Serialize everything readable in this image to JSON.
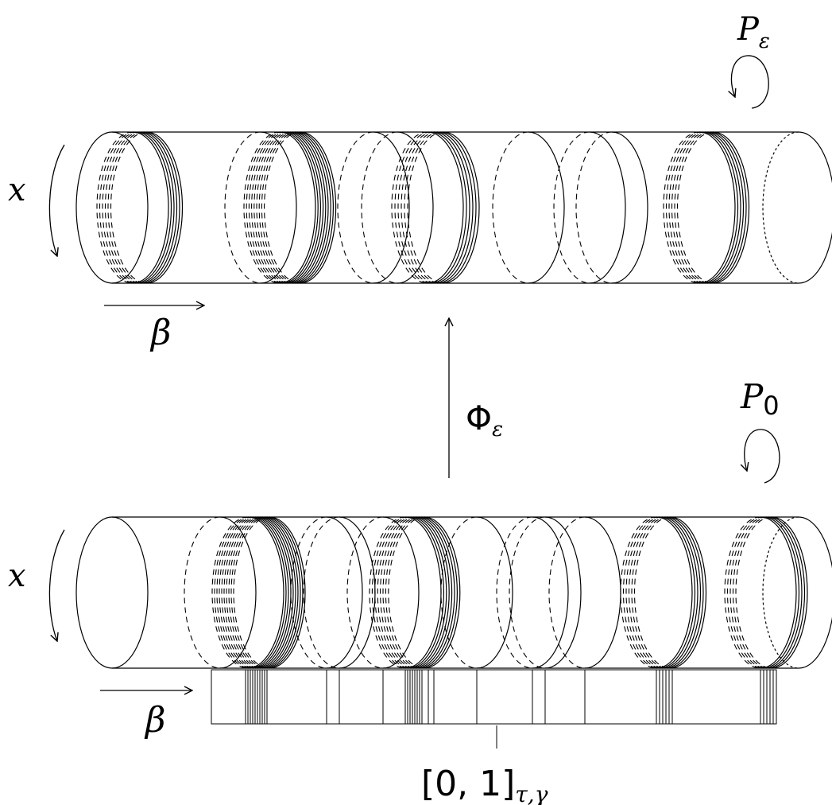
{
  "labels": {
    "x_top": "x",
    "beta_top": "β",
    "p_eps_main": "P",
    "p_eps_sub": "ε",
    "phi_main": "Φ",
    "phi_sub": "ε",
    "p0_main": "P",
    "p0_sub": "0",
    "x_bottom": "x",
    "beta_bottom": "β",
    "interval_main": "[0, 1]",
    "interval_sub": "τ,γ"
  },
  "colors": {
    "ink": "#000000",
    "background": "#ffffff"
  }
}
